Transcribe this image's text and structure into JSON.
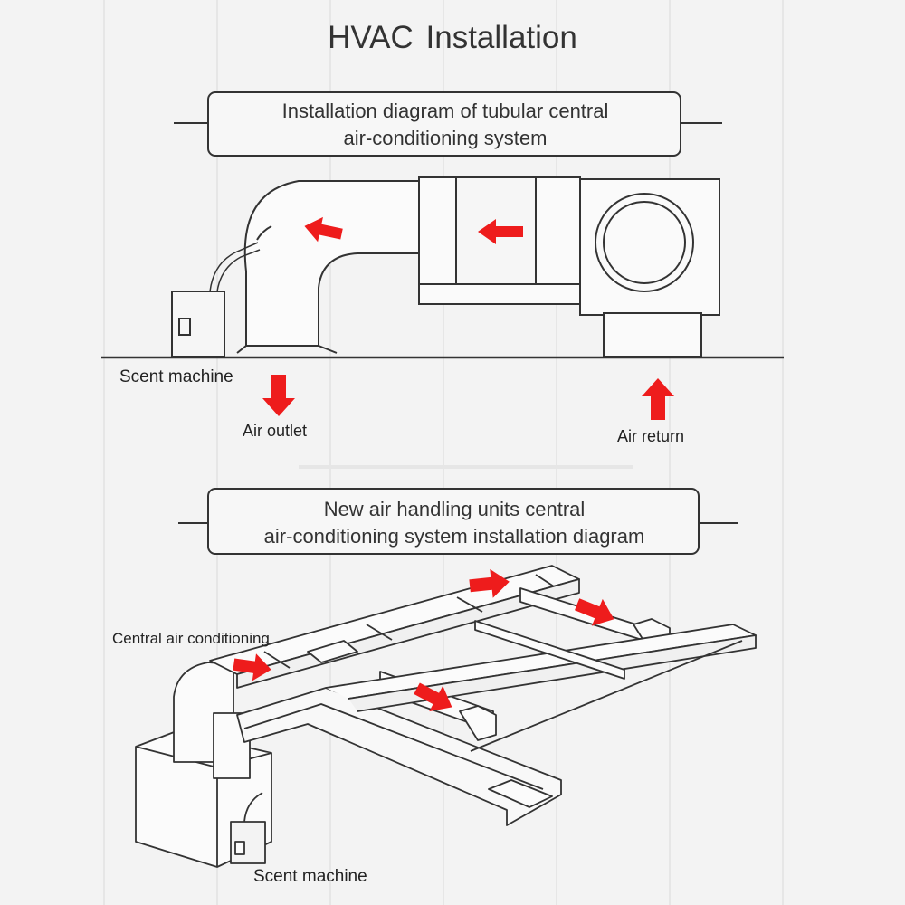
{
  "title": "HVAC  Installation",
  "top_diagram": {
    "heading_line1": "Installation diagram of tubular central",
    "heading_line2": "air-conditioning system",
    "label_scent_machine": "Scent machine",
    "label_air_outlet": "Air outlet",
    "label_air_return": "Air return"
  },
  "bottom_diagram": {
    "heading_line1": "New air handling units central",
    "heading_line2": "air-conditioning system installation diagram",
    "label_central_ac": "Central air conditioning",
    "label_scent_machine": "Scent machine"
  },
  "colors": {
    "arrow": "#ee1c1c",
    "line": "#333333",
    "background": "#f3f3f3"
  },
  "icons": [
    "arrow-left-icon",
    "arrow-down-icon",
    "arrow-up-icon",
    "arrow-right-icon"
  ]
}
